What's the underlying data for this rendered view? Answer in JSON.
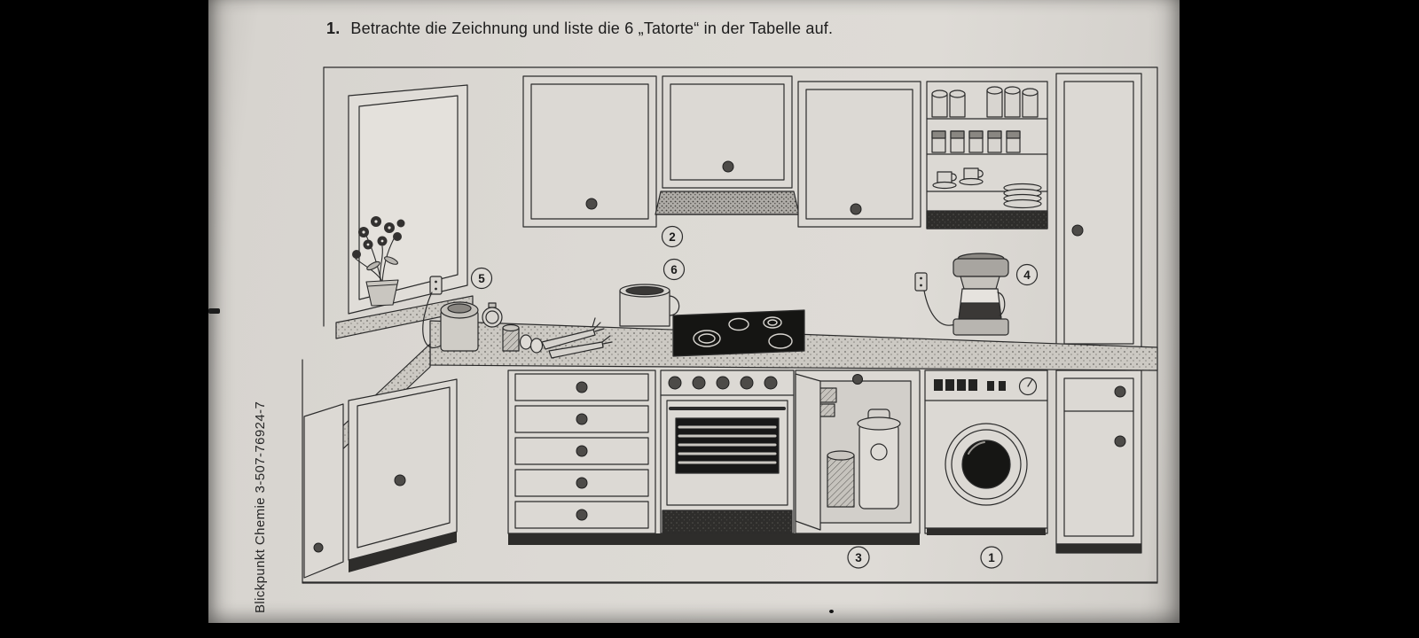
{
  "page": {
    "background": "#000000",
    "paper_color": "#dcd9d4",
    "ink_color": "#2b2b2b"
  },
  "task": {
    "number": "1.",
    "text": "Betrachte die Zeichnung und liste die 6 „Tatorte“ in der Tabelle auf."
  },
  "spine": {
    "text": "Blickpunkt Chemie 3-507-76924-7"
  },
  "diagram": {
    "kind": "kitchen-line-drawing",
    "markers": [
      {
        "number": "2"
      },
      {
        "number": "6"
      },
      {
        "number": "5"
      },
      {
        "number": "4"
      },
      {
        "number": "3"
      },
      {
        "number": "1"
      }
    ]
  }
}
